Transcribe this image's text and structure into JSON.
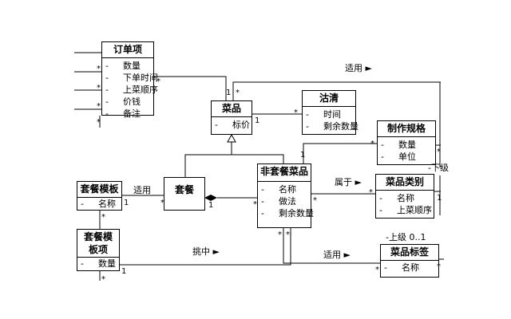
{
  "classes": {
    "order_item": {
      "title": "订单项",
      "attrs": [
        "数量",
        "下单时间",
        "上菜顺序",
        "价钱",
        "备注"
      ]
    },
    "dish": {
      "title": "菜品",
      "attrs": [
        "标价"
      ]
    },
    "cleaning": {
      "title": "沽清",
      "attrs": [
        "时间",
        "剩余数量"
      ]
    },
    "production_spec": {
      "title": "制作规格",
      "attrs": [
        "数量",
        "单位"
      ]
    },
    "set_template": {
      "title": "套餐模板",
      "attrs": [
        "名称"
      ]
    },
    "set_meal": {
      "title": "套餐",
      "attrs": []
    },
    "non_set_dish": {
      "title": "非套餐菜品",
      "attrs": [
        "名称",
        "做法",
        "剩余数量"
      ]
    },
    "dish_category": {
      "title": "菜品类别",
      "attrs": [
        "名称",
        "上菜顺序"
      ]
    },
    "set_template_item": {
      "title": "套餐模板项",
      "attrs": [
        "数量"
      ]
    },
    "dish_tag": {
      "title": "菜品标签",
      "attrs": [
        "名称"
      ]
    }
  },
  "labels": {
    "applies_top": "适用 ►",
    "applies_set": "适用",
    "belongs": "属于 ►",
    "pick": "挑中 ►",
    "applies_tag": "适用 ►",
    "superior": "-上级 0..1",
    "subordinate": "-下级"
  },
  "multiplicities": {
    "m1": "*",
    "m2": "*",
    "m3": "*",
    "m4": "*",
    "m5": "*",
    "m6": "*",
    "m7": "1",
    "m8": "*",
    "m9": "1",
    "m10": "*",
    "m11": "1",
    "m12": "*",
    "m13": "1",
    "m14": "*",
    "m15": "*",
    "m16": "1",
    "m17": "*",
    "m18": "*",
    "m19": "*",
    "m20": "*",
    "m21": "1",
    "m22": "*",
    "m23": "*",
    "m24": "*",
    "m25": "*",
    "m26": "1"
  }
}
